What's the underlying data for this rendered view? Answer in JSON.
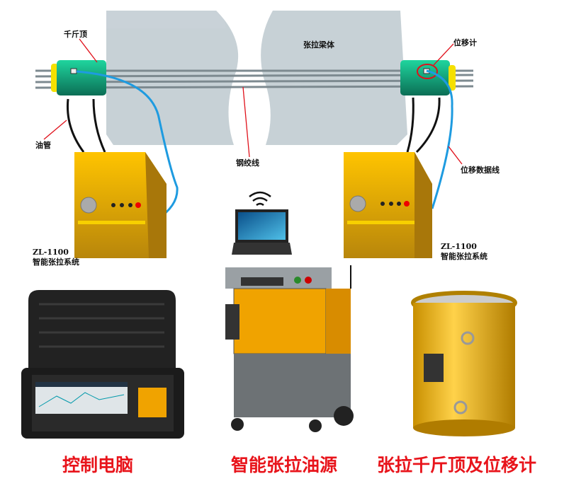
{
  "labels": {
    "jack": "千斤顶",
    "beam": "张拉梁体",
    "displacement_meter": "位移计",
    "oil_pipe": "油管",
    "steel_strand": "钢绞线",
    "displacement_data_line": "位移数据线"
  },
  "systems": [
    {
      "model": "ZL-1100",
      "name": "智能张拉系统"
    },
    {
      "model": "ZL-1100",
      "name": "智能张拉系统"
    }
  ],
  "captions": [
    "控制电脑",
    "智能张拉油源",
    "张拉千斤顶及位移计"
  ],
  "colors": {
    "caption": "#e8141b",
    "jack": "#1fb98a",
    "pump": "#f2b705",
    "data_line": "#1e9be0",
    "leader": "#e0101a"
  }
}
